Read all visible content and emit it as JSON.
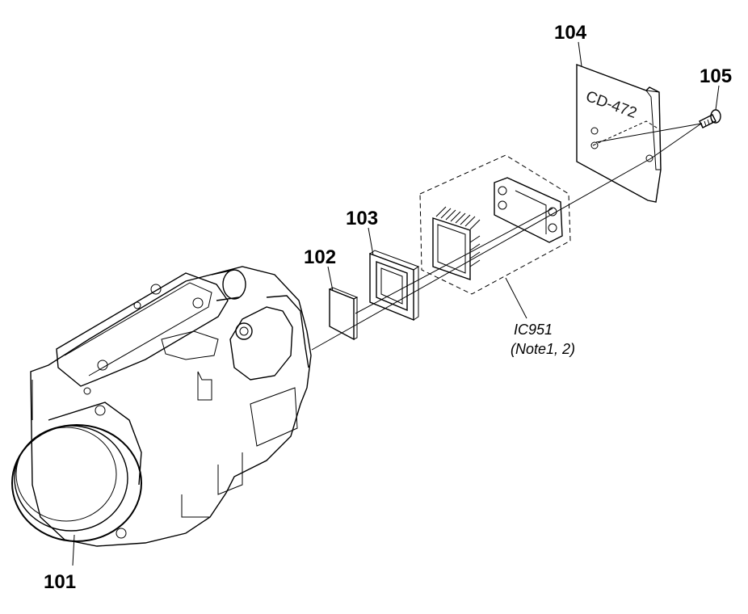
{
  "parts": {
    "p101": "101",
    "p102": "102",
    "p103": "103",
    "p104": "104",
    "p105": "105"
  },
  "ic_note": {
    "name": "IC951",
    "note": "(Note1, 2)"
  },
  "board": {
    "marking": "CD-472",
    "color": "#7ec89a"
  }
}
